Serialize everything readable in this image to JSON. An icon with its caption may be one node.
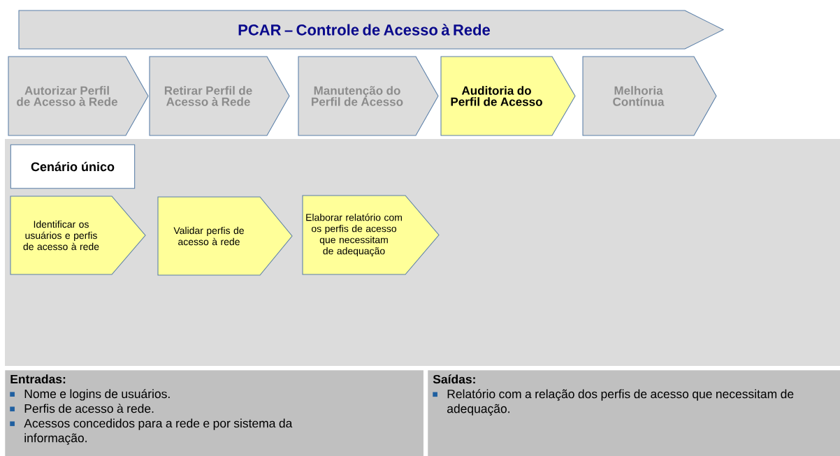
{
  "diagram": {
    "nodes": [
      {
        "text": [
          "PCAR – Controle de Acesso à Rede"
        ]
      },
      {
        "text": [
          "Autorizar  Perfil de Acesso à Rede"
        ]
      },
      {
        "text": [
          "Retirar  Perfil de Acesso à Rede"
        ]
      },
      {
        "text": [
          "Manutenção do Perfil de Acesso"
        ]
      },
      {
        "text": [
          "Auditoria do Perfil de Acesso"
        ]
      },
      {
        "text": [
          "Melhoria Contínua"
        ]
      },
      {
        "text": [
          "Cenário único"
        ]
      },
      {
        "text": [
          "Identificar os usuários e perfis de acesso à rede"
        ]
      },
      {
        "text": [
          "Validar perfis de acesso à rede"
        ]
      },
      {
        "text": [
          "Elaborar relatório com os perfis de acesso que necessitam de adequação"
        ]
      },
      {
        "text": [
          "Entradas:",
          "Nome e logins de usuários.",
          "Perfis de acesso à rede.",
          "Acessos concedidos para a rede e por sistema da informação."
        ]
      },
      {
        "text": [
          "Saídas:",
          "Relatório com a relação dos perfis de acesso que necessitam de adequação."
        ]
      }
    ]
  }
}
